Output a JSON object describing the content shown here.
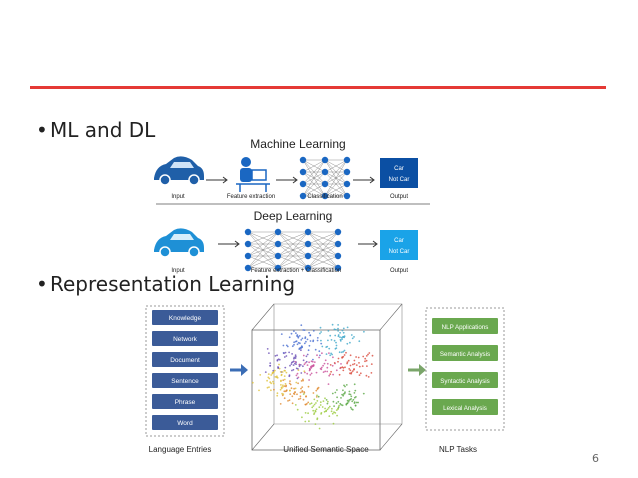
{
  "slide": {
    "bullet1": "ML and DL",
    "bullet2": "Representation Learning",
    "page_number": "6",
    "bullet_char": "•"
  },
  "ml_figure": {
    "ml_title": "Machine Learning",
    "dl_title": "Deep Learning",
    "ml_labels": {
      "input": "Input",
      "feature": "Feature extraction",
      "classification": "Classification",
      "output": "Output"
    },
    "dl_labels": {
      "input": "Input",
      "feature": "Feature extraction + Classification",
      "output": "Output"
    },
    "output_car": "Car",
    "output_notcar": "Not Car",
    "colors": {
      "ml_car": "#1f5fa8",
      "dl_car": "#1e90d6",
      "node": "#1a67c2",
      "ml_out": "#0b4fa3",
      "dl_out": "#1aa3e8"
    }
  },
  "rl_figure": {
    "entries": [
      "Knowledge",
      "Network",
      "Document",
      "Sentence",
      "Phrase",
      "Word"
    ],
    "tasks": [
      "NLP Applications",
      "Semantic Analysis",
      "Syntactic Analysis",
      "Lexical Analysis"
    ],
    "label_entries": "Language Entries",
    "label_space": "Unified Semantic Space",
    "label_tasks": "NLP Tasks",
    "colors": {
      "entry": "#3b5b98",
      "task": "#6aa84f",
      "arrow": "#3b6db5",
      "task_arrow": "#7aa56a"
    }
  }
}
